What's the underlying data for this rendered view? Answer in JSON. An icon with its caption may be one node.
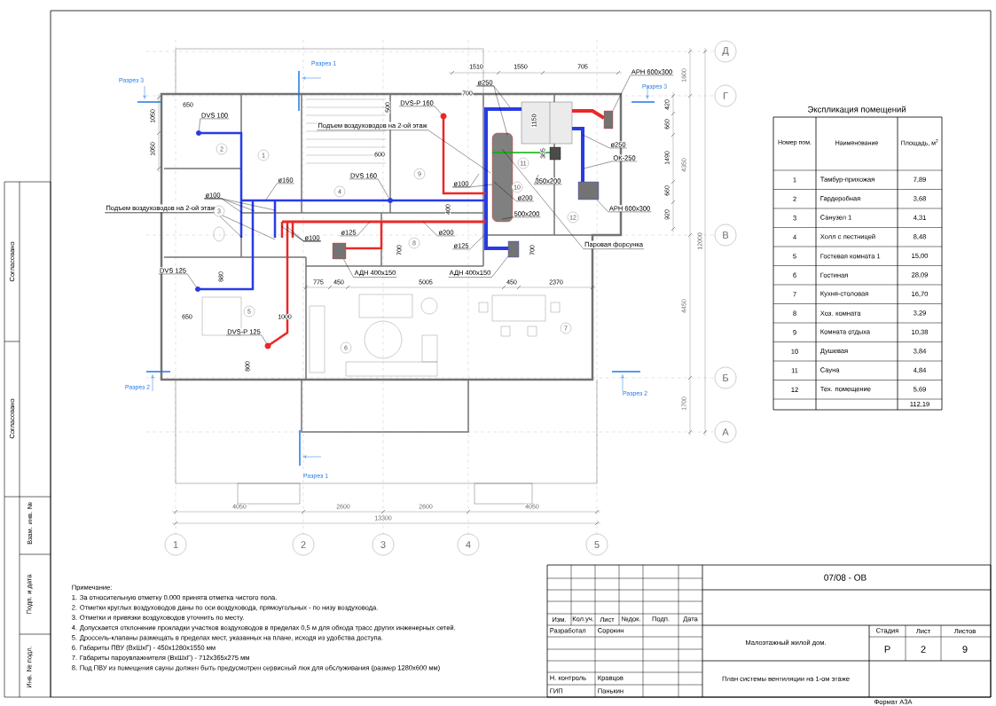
{
  "diagram": {
    "nodes": [
      {
        "text": [
          "DVS 100"
        ]
      },
      {
        "text": [
          "DVS-P 160"
        ]
      },
      {
        "text": [
          "Подъем воздуховодов на 2-ой этаж"
        ]
      },
      {
        "text": [
          "DVS 160"
        ]
      },
      {
        "text": [
          "ø160"
        ]
      },
      {
        "text": [
          "ø100"
        ]
      },
      {
        "text": [
          "Подъем воздуховодов на 2-ой этаж"
        ]
      },
      {
        "text": [
          "ø125"
        ]
      },
      {
        "text": [
          "ø100"
        ]
      },
      {
        "text": [
          "АДН 400x150"
        ]
      },
      {
        "text": [
          "DVS 125"
        ]
      },
      {
        "text": [
          "DVS-P 125"
        ]
      },
      {
        "text": [
          "ø250"
        ]
      },
      {
        "text": [
          "АРН 600x300"
        ]
      },
      {
        "text": [
          "ø250"
        ]
      },
      {
        "text": [
          "ОК-250"
        ]
      },
      {
        "text": [
          "ø100"
        ]
      },
      {
        "text": [
          "350x200"
        ]
      },
      {
        "text": [
          "ø200"
        ]
      },
      {
        "text": [
          "500x200"
        ]
      },
      {
        "text": [
          "ø200"
        ]
      },
      {
        "text": [
          "ø125"
        ]
      },
      {
        "text": [
          "АДН 400x150"
        ]
      },
      {
        "text": [
          "АРН 600x300"
        ]
      },
      {
        "text": [
          "Паровая форсунка"
        ]
      },
      {
        "text": [],
        "shape": "circle"
      },
      {
        "text": [],
        "shape": "circle"
      },
      {
        "text": [],
        "shape": "circle"
      },
      {
        "text": [],
        "shape": "circle"
      },
      {
        "text": [],
        "shape": "circle"
      },
      {
        "text": [],
        "shape": "box"
      },
      {
        "text": [],
        "shape": "box"
      },
      {
        "text": [],
        "shape": "box"
      },
      {
        "text": [],
        "shape": "box"
      }
    ],
    "edges": [
      {
        "from": 0,
        "to": 25,
        "arrow": "none"
      },
      {
        "from": 1,
        "to": 26,
        "arrow": "none"
      },
      {
        "from": 2,
        "to": null,
        "arrow": "none"
      },
      {
        "from": 3,
        "to": 27,
        "arrow": "none"
      },
      {
        "from": 4,
        "to": null,
        "arrow": "none"
      },
      {
        "from": 5,
        "to": null,
        "arrow": "none"
      },
      {
        "from": 5,
        "to": null,
        "arrow": "none"
      },
      {
        "from": 5,
        "to": null,
        "arrow": "none"
      },
      {
        "from": 6,
        "to": null,
        "arrow": "none"
      },
      {
        "from": 6,
        "to": null,
        "arrow": "none"
      },
      {
        "from": 7,
        "to": null,
        "arrow": "none"
      },
      {
        "from": 8,
        "to": null,
        "arrow": "none"
      },
      {
        "from": 8,
        "to": null,
        "arrow": "none"
      },
      {
        "from": 8,
        "to": null,
        "arrow": "none"
      },
      {
        "from": 9,
        "to": 30,
        "arrow": "none"
      },
      {
        "from": 10,
        "to": 28,
        "arrow": "none"
      },
      {
        "from": 11,
        "to": 29,
        "arrow": "none"
      },
      {
        "from": 12,
        "to": null,
        "arrow": "none"
      },
      {
        "from": 12,
        "to": null,
        "arrow": "none"
      },
      {
        "from": 13,
        "to": 32,
        "arrow": "none"
      },
      {
        "from": 14,
        "to": null,
        "arrow": "none"
      },
      {
        "from": 15,
        "to": null,
        "arrow": "none"
      },
      {
        "from": 16,
        "to": null,
        "arrow": "none"
      },
      {
        "from": 16,
        "to": null,
        "arrow": "none"
      },
      {
        "from": 17,
        "to": null,
        "arrow": "none"
      },
      {
        "from": 18,
        "to": null,
        "arrow": "none"
      },
      {
        "from": 19,
        "to": null,
        "arrow": "none"
      },
      {
        "from": 20,
        "to": null,
        "arrow": "none"
      },
      {
        "from": 21,
        "to": null,
        "arrow": "none"
      },
      {
        "from": 22,
        "to": 31,
        "arrow": "none"
      },
      {
        "from": 23,
        "to": 33,
        "arrow": "none"
      },
      {
        "from": 24,
        "to": null,
        "arrow": "none"
      }
    ],
    "labels": [
      "Разрез 3",
      "Разрез 1",
      "Разрез 3",
      "1510",
      "1550",
      "705",
      "1600",
      "420",
      "660",
      "1490",
      "4350",
      "660",
      "920",
      "12000",
      "1050",
      "650",
      "1050",
      "500",
      "700",
      "1150",
      "600",
      "365",
      "400",
      "700",
      "700",
      "880",
      "775",
      "450",
      "5005",
      "450",
      "2370",
      "4450",
      "650",
      "1000",
      "800",
      "1700",
      "Разрез 2",
      "Разрез 2",
      "Разрез 1",
      "4050",
      "2600",
      "2600",
      "4050",
      "13300",
      "1",
      "2",
      "3",
      "4",
      "5",
      "Д",
      "Г",
      "В",
      "Б",
      "А",
      "1",
      "2",
      "3",
      "4",
      "5",
      "6",
      "7",
      "8",
      "9",
      "10",
      "11",
      "12",
      "Экспликация помещений",
      "Номер пом.",
      "Наименование",
      "Площадь, м$^{2}$",
      "1",
      "Тамбур-прихожая",
      "7,89",
      "2",
      "Гардеробная",
      "3,68",
      "3",
      "Санузел 1",
      "4,31",
      "4",
      "Холл с лестницей",
      "8,48",
      "5",
      "Гостевая комната 1",
      "15,00",
      "6",
      "Гостиная",
      "28,09",
      "7",
      "Кухня-столовая",
      "16,70",
      "8",
      "Хоз. комната",
      "3,29",
      "9",
      "Комната отдыха",
      "10,38",
      "10",
      "Душевая",
      "3,84",
      "11",
      "Сауна",
      "4,84",
      "12",
      "Тех. помещение",
      "5,69",
      "112,19",
      "Примечание:",
      "1. За относительную отметку 0.000 принята отметка чистого пола.",
      "2. Отметки круглых воздуховодов даны по оси воздуховода, прямоугольных - по низу воздуховода.",
      "3. Отметки и привязки воздуховодов уточнить по месту.",
      "4. Допускается отклонение прокладки участков воздуховодов в пределах 0,5 м для обхода трасс других инженерных сетей.",
      "5. Дроссель-клапаны размещать в пределах мест, указанных на плане, исходя из удобства доступа.",
      "6. Габариты ПВУ (ВхШхГ) - 450x1280x1550 мм",
      "7. Габариты пароувлажнителя (ВхШхГ) - 712x365x275 мм",
      "8. Под ПВУ из помещения сауны должен быть предусмотрен сервисный люк для обслуживания (размер 1280x600 мм)",
      "07/08 - ОВ",
      "Изм.",
      "Кол.уч.",
      "Лист",
      "№док.",
      "Подп.",
      "Дата",
      "Разработал",
      "Сорокин",
      "Малоэтажный жилой дом.",
      "Стадия",
      "Лист",
      "Листов",
      "Р",
      "2",
      "9",
      "Н. контроль",
      "Кравцов",
      "План системы вентиляции на 1-ом этаже",
      "ГИП",
      "Панькин",
      "Формат А3А",
      "Согласовано",
      "Согласовано",
      "Взам. инв. №",
      "Подп. и дата",
      "Инв. № подл."
    ]
  }
}
